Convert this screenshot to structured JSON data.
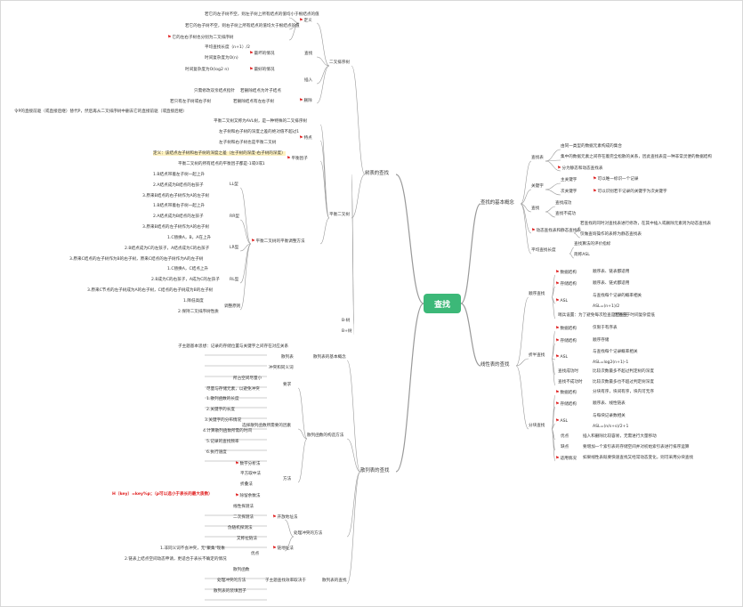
{
  "center": "查找",
  "branches": {
    "basic": "查找的基本概念",
    "linear": "线性表的查找",
    "tree": "树表的查找",
    "hash": "散列表的查找"
  },
  "basic": {
    "lookup_table": "查找表",
    "lookup_items": [
      "由同一类型的数据元素构成的集合",
      "集中的数据元素之间存在着完全松散的关系，因此查找表是一种非常灵便的数据结构",
      "分为静态和动态查找表"
    ],
    "key": "关键字",
    "key_items": [
      "主关键字",
      "可以唯一标识一个记录",
      "次关键字",
      "可以识别若干记录的关键字为次关键字"
    ],
    "search": "查找",
    "search_items": [
      "查找成功",
      "查找不成功"
    ],
    "dynamic": "动态查找表和静态查找表",
    "dynamic_items": [
      "若查找的同时对查找表进行修改，在其中插入或删除元素则为动态查找表",
      "仅做查询操作的表称为静态查找表"
    ],
    "asl": "平均查找长度",
    "asl_items": [
      "查找算法的评价指标",
      "简称ASL"
    ]
  },
  "linear": {
    "seq": "顺序查找",
    "seq_items": [
      "数据结构",
      "顺序表、链表都适用",
      "存储结构",
      "顺序表、链式都适用",
      "ASL",
      "与查找每个记录的概率相关",
      "ASL=(n+1)/2",
      "哨兵设置：为了避免每次检查是否查完",
      "优势在于时间复杂度低"
    ],
    "bin": "折半查找",
    "bin_items": [
      "数据结构",
      "仅限于有序表",
      "存储结构",
      "顺序存储",
      "ASL",
      "与查找每个记录概率相关",
      "ASL=log2(n+1)-1",
      "查找成功时",
      "比较次数最多不超过判定树的深度",
      "查找不成功时",
      "比较次数最多也不超过判定树深度"
    ],
    "block": "分块查找",
    "block_items": [
      "数据结构",
      "分块有序，块间有序，块内可无序",
      "存储结构",
      "顺序表、线性链表",
      "ASL",
      "与每块记录数相关",
      "ASL=(n/s+s)/2+1",
      "优点",
      "插入和删除比较容易，无需进行大量移动",
      "缺点",
      "要增加一个索引表的存储空间并对初始索引表进行排序运算",
      "适用情况",
      "如果线性表既要快速查找又经常动态变化，则可采用分块查找"
    ]
  },
  "tree": {
    "bst": "二叉排序树",
    "bst_def": "定义",
    "bst_def_items": [
      "若它的左子树不空，则左子树上所有结点的值均小于根结点的值",
      "若它的右子树不空，则右子树上所有结点的值均大于根结点的值",
      "它的左右子树也分别为二叉排序树"
    ],
    "bst_search": "查找",
    "bst_search_items": [
      "平均查找长度（n+1）/2",
      "时间复杂度为O(n)",
      "时间复杂度为O(log2 n)",
      "最坏的情况",
      "最好的情况"
    ],
    "bst_insert": "插入",
    "bst_delete": "删除",
    "bst_delete_items": [
      "只需修改双亲结点指针",
      "若删除结点为叶子结点",
      "若只有左子树或右子树",
      "若删除结点有左右子树",
      "令P的直接前驱（或直接后继）替代P，然后再从二叉排序树中删去它的直接前驱（或直接后继）"
    ],
    "avl": "平衡二叉树",
    "avl_items": [
      "平衡二叉树又称为AVL树，是一种特殊的二叉排序树",
      "左子树和右子树的深度之差的绝对值不超过1",
      "左子树和右子树也是平衡二叉树"
    ],
    "avl_feature": "特点",
    "avl_factor": "平衡因子",
    "avl_factor_def": "定义：该结点左子树和右子树的深度之差（左子树的深度-右子树的深度）",
    "avl_factor_range": "平衡二叉树的所有结点的平衡因子都是-1或0或1",
    "avl_adjust": "平衡二叉树的平衡调整方法",
    "ll": "LL型",
    "ll_items": [
      "1.B结点带着左子树一起上升",
      "2.A结点成为B结点的右孩子",
      "3.原来B结点的右子树作为A的左子树"
    ],
    "rr": "RR型",
    "rr_items": [
      "1.B结点带着右子树一起上升",
      "2.A结点成为B结点的左孩子",
      "3.原来B结点的左子树作为A的右子树"
    ],
    "lr": "LR型",
    "lr_items": [
      "1.C替换A，B，A在上升",
      "2.B结点成为C的左孩子，A结点成为C的右孩子",
      "3.原来C结点的左子树作为B的右子树，原来C结点的右子树作为A的左子树"
    ],
    "rl": "RL型",
    "rl_items": [
      "1.C替换A，C结点上升",
      "2.B成为C的右孩子，A成为C的左孩子",
      "3.原来C节点的左子树成为A的右子树，C结点的右子树成为B的左子树"
    ],
    "adjust": "调整原则",
    "adjust_items": [
      "1.降低高度",
      "2.保持二叉排序树性质"
    ],
    "btree": "B-树",
    "bptree": "B+树"
  },
  "hash": {
    "basic": "散列表的基本概念",
    "basic_items": [
      "子主题基本思想：记录的存储位置与关键字之间存在对应关系",
      "散列表",
      "冲突和同义词"
    ],
    "construct": "散列函数的构造方法",
    "req": "要求",
    "req_items": [
      "所占空间尽量小",
      "尽量与存储元素，以避免冲突"
    ],
    "factors": "选择散列函数所需要的因素",
    "factors_items": [
      "1.散列函数的长度",
      "2.关键字的长度",
      "3.关键字的分布情况",
      "4.计算散列函数所需的时间",
      "5.记录的查找频率",
      "6.执行速度"
    ],
    "method": "方法",
    "method_items": [
      "数字分析法",
      "平方取中法",
      "折叠法",
      "除留余数法"
    ],
    "formula": "H（key）=key%p；（p可以选小于表长的最大质数）",
    "collision": "处理冲突的方法",
    "open": "开放地址法",
    "open_items": [
      "线性探测法",
      "二次探测法",
      "伪随机探测法"
    ],
    "chain": "链地址法",
    "chain_items": [
      "又称拉链法"
    ],
    "chain_pros": "优点",
    "chain_pros_items": [
      "1.非同义词不会冲突，无\"聚集\"现象",
      "2.链表上结点空间动态申请，更适合于表长不确定的情况"
    ],
    "search": "散列表的查找",
    "search_items": [
      "散列函数",
      "处理冲突的方法",
      "散列表的装填因子"
    ],
    "depend": "子主题查找效率取决于"
  },
  "colors": {
    "center": "#3cb878",
    "flag": "#e02020",
    "line": "#999999"
  }
}
